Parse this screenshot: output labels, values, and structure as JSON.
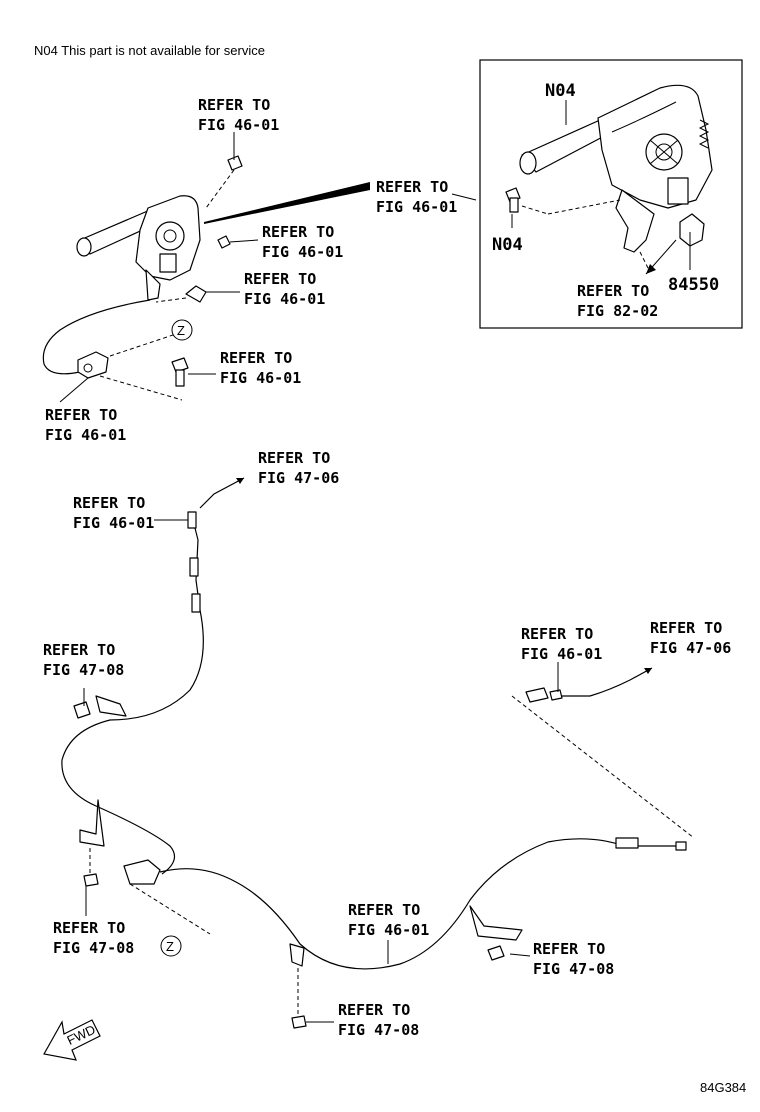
{
  "note": "N04 This part is not available for service",
  "diagram_code": "84G384",
  "callouts": [
    {
      "id": "c1",
      "line1": "REFER TO",
      "line2": "FIG 46-01"
    },
    {
      "id": "c2",
      "line1": "REFER TO",
      "line2": "FIG 46-01"
    },
    {
      "id": "c3",
      "line1": "REFER TO",
      "line2": "FIG 46-01"
    },
    {
      "id": "c4",
      "line1": "REFER TO",
      "line2": "FIG 46-01"
    },
    {
      "id": "c5",
      "line1": "REFER TO",
      "line2": "FIG 46-01"
    },
    {
      "id": "c6",
      "line1": "REFER TO",
      "line2": "FIG 46-01"
    },
    {
      "id": "c7",
      "line1": "REFER TO",
      "line2": "FIG 82-02"
    },
    {
      "id": "c8",
      "line1": "REFER TO",
      "line2": "FIG 47-06"
    },
    {
      "id": "c9",
      "line1": "REFER TO",
      "line2": "FIG 46-01"
    },
    {
      "id": "c10",
      "line1": "REFER TO",
      "line2": "FIG 47-08"
    },
    {
      "id": "c11",
      "line1": "REFER TO",
      "line2": "FIG 46-01"
    },
    {
      "id": "c12",
      "line1": "REFER TO",
      "line2": "FIG 47-06"
    },
    {
      "id": "c13",
      "line1": "REFER TO",
      "line2": "FIG 47-08"
    },
    {
      "id": "c14",
      "line1": "REFER TO",
      "line2": "FIG 46-01"
    },
    {
      "id": "c15",
      "line1": "REFER TO",
      "line2": "FIG 47-08"
    },
    {
      "id": "c16",
      "line1": "REFER TO",
      "line2": "FIG 47-08"
    }
  ],
  "part_numbers": {
    "lever_top": "N04",
    "bolt": "N04",
    "knob": "84550"
  },
  "markers": {
    "z": "Z"
  },
  "fwd_label": "FWD"
}
